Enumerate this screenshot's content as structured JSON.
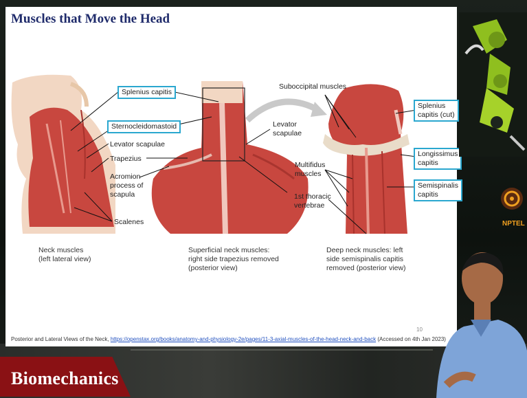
{
  "slide": {
    "title": "Muscles that Move the Head",
    "labels": {
      "splenius_capitis": "Splenius capitis",
      "sternocleidomastoid": "Sternocleidomastoid",
      "levator_scapulae_left": "Levator scapulae",
      "trapezius": "Trapezius",
      "acromion_line1": "Acromion",
      "acromion_line2": "process of",
      "acromion_line3": "scapula",
      "scalenes": "Scalenes",
      "levator_scapulae_mid_line1": "Levator",
      "levator_scapulae_mid_line2": "scapulae",
      "first_thoracic_line1": "1st thoracic",
      "first_thoracic_line2": "vertebrae",
      "suboccipital": "Suboccipital muscles",
      "multifidus_line1": "Multifidus",
      "multifidus_line2": "muscles",
      "splenius_cut_line1": "Splenius",
      "splenius_cut_line2": "capitis (cut)",
      "longissimus_line1": "Longissimus",
      "longissimus_line2": "capitis",
      "semispinalis_line1": "Semispinalis",
      "semispinalis_line2": "capitis"
    },
    "captions": {
      "left_line1": "Neck muscles",
      "left_line2": "(left lateral view)",
      "mid_line1": "Superficial neck muscles:",
      "mid_line2": "right side trapezius removed",
      "mid_line3": "(posterior view)",
      "right_line1": "Deep neck muscles: left",
      "right_line2": "side semispinalis capitis",
      "right_line3": "removed (posterior view)"
    },
    "page_number": "10",
    "source": {
      "prefix": "Posterior and Lateral Views of the Neck, ",
      "url": "https://openstax.org/books/anatomy-and-physiology-2e/pages/11-3-axial-muscles-of-the-head-neck-and-back",
      "suffix": " (Accessed on 4th Jan 2023)"
    }
  },
  "branding": {
    "course_title": "Biomechanics",
    "nptel_label": "NPTEL"
  },
  "colors": {
    "title": "#1f2b6b",
    "label_box_border": "#2aa7cf",
    "banner": "#8a1114",
    "muscle": "#c8473f",
    "robot": "#8fbf1f"
  }
}
